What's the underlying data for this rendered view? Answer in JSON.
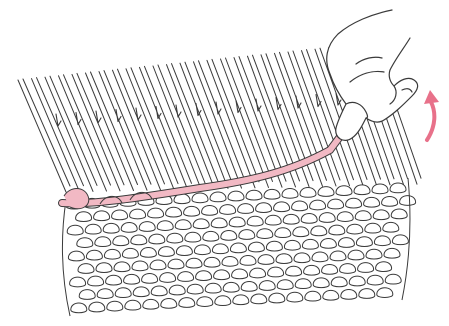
{
  "illustration": {
    "subject": "knitting-machine-ewrap-cast-on",
    "colors": {
      "background": "#ffffff",
      "ink": "#3a3a3a",
      "yarn_pink": "#f2b9c4",
      "arrow_pink": "#e8718a"
    },
    "elements": [
      "machine-needles",
      "latch-hooks",
      "knitted-fabric",
      "pink-waste-yarn",
      "hand",
      "lift-arrow-icon"
    ]
  }
}
